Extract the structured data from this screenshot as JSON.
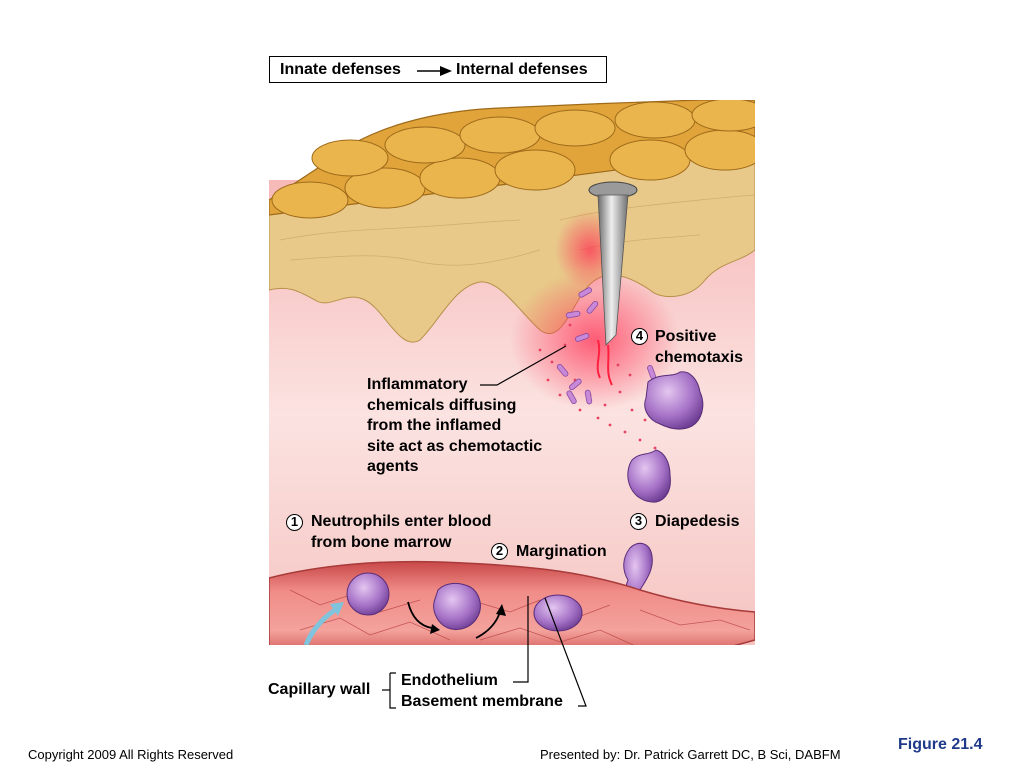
{
  "header": {
    "left": "Innate defenses",
    "right": "Internal defenses"
  },
  "steps": [
    {
      "number": "1",
      "text_lines": [
        "Neutrophils enter blood",
        "from bone marrow"
      ]
    },
    {
      "number": "2",
      "text_lines": [
        "Margination"
      ]
    },
    {
      "number": "3",
      "text_lines": [
        "Diapedesis"
      ]
    },
    {
      "number": "4",
      "text_lines": [
        "Positive",
        "chemotaxis"
      ]
    }
  ],
  "chemicals_label": {
    "lines": [
      "Inflammatory",
      "chemicals diffusing",
      "from the inflamed",
      "site act as chemotactic",
      "agents"
    ]
  },
  "capillary": {
    "wall_label": "Capillary wall",
    "layers": [
      "Endothelium",
      "Basement membrane"
    ]
  },
  "footer": {
    "copyright": "Copyright 2009 All Rights Reserved",
    "presenter": "Presented by: Dr. Patrick Garrett DC, B Sci, DABFM",
    "figure": "Figure 21.4"
  },
  "colors": {
    "epidermis": "#d9a43a",
    "dermis": "#f4c4c0",
    "vessel": "#e9706e",
    "neutrophil": "#a070c0",
    "inflammation": "#ff3050",
    "arrow_blue": "#7fc3dc"
  }
}
